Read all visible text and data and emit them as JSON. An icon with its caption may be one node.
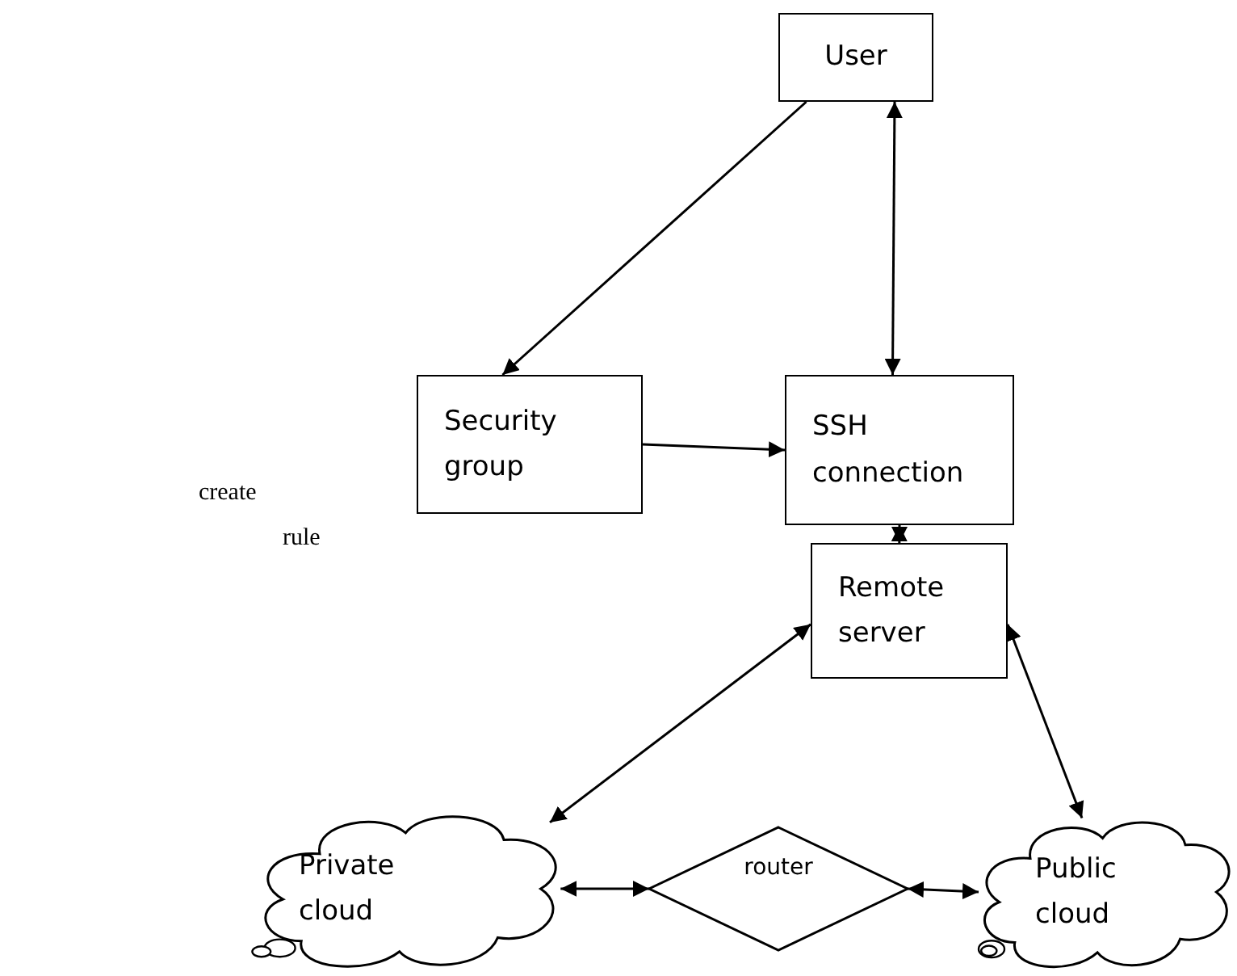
{
  "diagram": {
    "nodes": [
      {
        "text": [
          "User"
        ]
      },
      {
        "text": [
          "Security group"
        ]
      },
      {
        "text": [
          "SSH connection"
        ]
      },
      {
        "text": [
          "Remote server"
        ]
      },
      {
        "text": [
          "Private cloud"
        ]
      },
      {
        "text": [
          "router"
        ]
      },
      {
        "text": [
          "Public cloud"
        ]
      }
    ],
    "edges": [
      {
        "from": 0,
        "to": 1,
        "arrow": "to"
      },
      {
        "from": 0,
        "to": 2,
        "arrow": "both"
      },
      {
        "from": 1,
        "to": 2,
        "arrow": "to"
      },
      {
        "from": 2,
        "to": 3,
        "arrow": "both"
      },
      {
        "from": 3,
        "to": 4,
        "arrow": "both"
      },
      {
        "from": 3,
        "to": 6,
        "arrow": "both"
      },
      {
        "from": 4,
        "to": 5,
        "arrow": "both"
      },
      {
        "from": 5,
        "to": 6,
        "arrow": "both"
      }
    ],
    "labels": [
      "create",
      "rule"
    ]
  }
}
